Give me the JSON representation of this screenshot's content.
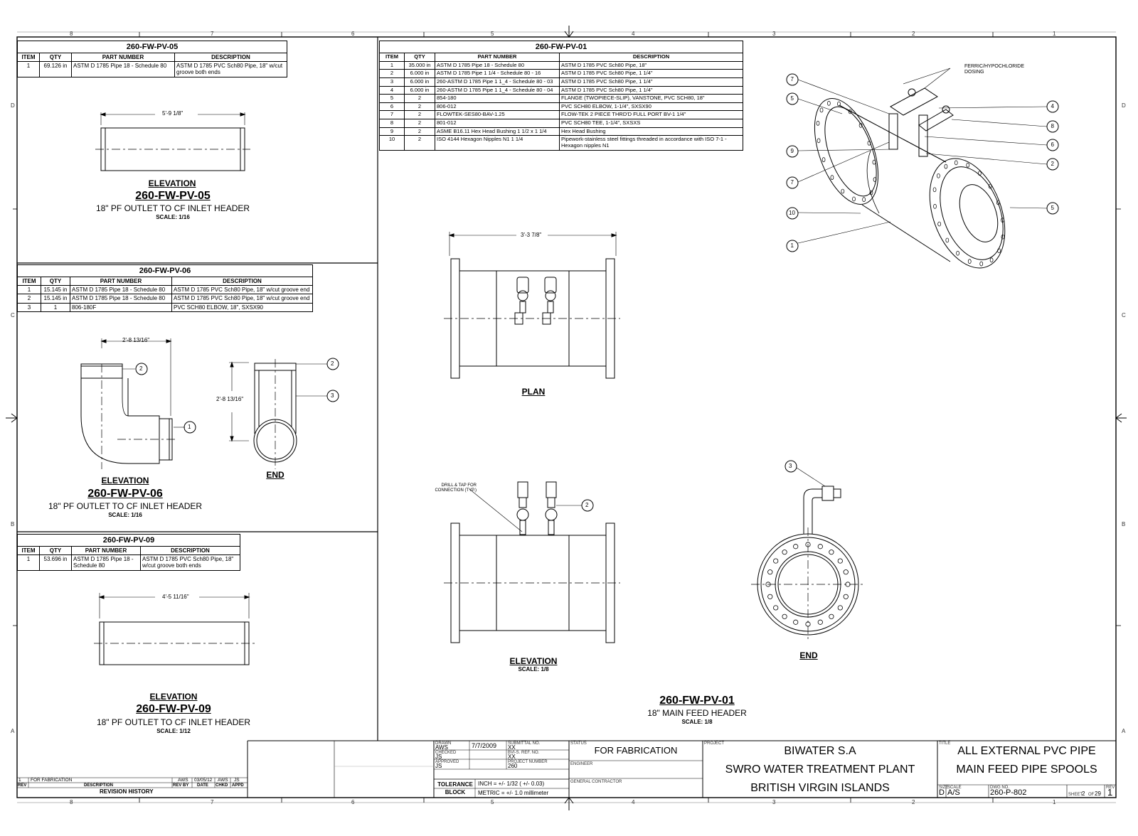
{
  "border": {
    "top_numbers": [
      "8",
      "7",
      "6",
      "5",
      "4",
      "3",
      "2",
      "1"
    ],
    "bottom_numbers": [
      "8",
      "7",
      "6",
      "5",
      "4",
      "3",
      "2",
      "1"
    ],
    "left_letters": [
      "D",
      "C",
      "B",
      "A"
    ],
    "right_letters": [
      "D",
      "C",
      "B",
      "A"
    ]
  },
  "pv05": {
    "title": "260-FW-PV-05",
    "headers": [
      "ITEM",
      "QTY",
      "PART NUMBER",
      "DESCRIPTION"
    ],
    "rows": [
      [
        "1",
        "69.126 in",
        "ASTM D 1785 Pipe 18 - Schedule 80",
        "ASTM D 1785 PVC Sch80 Pipe, 18\" w/cut groove both ends"
      ]
    ],
    "dim": "5'-9 1/8\"",
    "view_label": "ELEVATION",
    "drawing_title": "260-FW-PV-05",
    "subtitle": "18\" PF OUTLET TO CF INLET HEADER",
    "scale": "SCALE: 1/16"
  },
  "pv06": {
    "title": "260-FW-PV-06",
    "headers": [
      "ITEM",
      "QTY",
      "PART NUMBER",
      "DESCRIPTION"
    ],
    "rows": [
      [
        "1",
        "15.145 in",
        "ASTM D 1785 Pipe 18 - Schedule 80",
        "ASTM D 1785 PVC Sch80 Pipe, 18\" w/cut groove end"
      ],
      [
        "2",
        "15.145 in",
        "ASTM D 1785 Pipe 18 - Schedule 80",
        "ASTM D 1785 PVC Sch80 Pipe, 18\" w/cut groove end"
      ],
      [
        "3",
        "1",
        "806-180F",
        "PVC SCH80 ELBOW, 18\", SXSX90"
      ]
    ],
    "dim_h": "2'-8 13/16\"",
    "dim_v": "2'-8 13/16\"",
    "balloons_elev": [
      "2",
      "1"
    ],
    "balloons_end": [
      "2",
      "3"
    ],
    "view_label": "ELEVATION",
    "end_label": "END",
    "drawing_title": "260-FW-PV-06",
    "subtitle": "18\" PF OUTLET TO CF INLET HEADER",
    "scale": "SCALE: 1/16"
  },
  "pv09": {
    "title": "260-FW-PV-09",
    "headers": [
      "ITEM",
      "QTY",
      "PART NUMBER",
      "DESCRIPTION"
    ],
    "rows": [
      [
        "1",
        "53.696 in",
        "ASTM D 1785 Pipe 18 - Schedule 80",
        "ASTM D 1785 PVC Sch80 Pipe, 18\" w/cut groove both ends"
      ]
    ],
    "dim": "4'-5 11/16\"",
    "view_label": "ELEVATION",
    "drawing_title": "260-FW-PV-09",
    "subtitle": "18\" PF OUTLET TO CF INLET HEADER",
    "scale": "SCALE: 1/12"
  },
  "pv01": {
    "title": "260-FW-PV-01",
    "headers": [
      "ITEM",
      "QTY",
      "PART NUMBER",
      "DESCRIPTION"
    ],
    "rows": [
      [
        "1",
        "35.000 in",
        "ASTM D 1785 Pipe 18 - Schedule 80",
        "ASTM D 1785 PVC Sch80 Pipe, 18\""
      ],
      [
        "2",
        "6.000 in",
        "ASTM D 1785 Pipe 1 1/4 - Schedule 80 - 16",
        "ASTM D 1785 PVC Sch80 Pipe, 1 1/4\""
      ],
      [
        "3",
        "6.000 in",
        "260-ASTM D 1785 Pipe 1 1_4 - Schedule 80 - 03",
        "ASTM D 1785 PVC Sch80 Pipe, 1 1/4\""
      ],
      [
        "4",
        "6.000 in",
        "260-ASTM D 1785 Pipe 1 1_4 - Schedule 80 - 04",
        "ASTM D 1785 PVC Sch80 Pipe, 1 1/4\""
      ],
      [
        "5",
        "2",
        "854-180",
        "FLANGE (TWOPIECE-SLIP), VANSTONE, PVC SCH80, 18\""
      ],
      [
        "6",
        "2",
        "806-012",
        "PVC SCH80 ELBOW, 1-1/4\", SXSX90"
      ],
      [
        "7",
        "2",
        "FLOWTEK-SES80-BAV-1.25",
        "FLOW-TEK 2 PIECE THRD'D FULL PORT BV-1 1/4\""
      ],
      [
        "8",
        "2",
        "801-012",
        "PVC SCH80 TEE, 1-1/4\", SXSXS"
      ],
      [
        "9",
        "2",
        "ASME B16.11 Hex Head Bushing 1 1/2 x 1 1/4",
        "Hex Head Bushing"
      ],
      [
        "10",
        "2",
        "ISO 4144 Hexagon Nipples N1 1 1/4",
        "Pipework-stainless steel fittings threaded in accordance with ISO 7-1 - Hexagon nipples N1"
      ]
    ],
    "dim_plan": "3'-3 7/8\"",
    "plan_label": "PLAN",
    "elev_label": "ELEVATION",
    "elev_scale": "SCALE: 1/8",
    "end_label": "END",
    "drill_note": "DRILL & TAP FOR CONNECTION (TYP.)",
    "dosing_note": "FERRIC/HYPOCHLORIDE DOSING",
    "iso_balloons_left": [
      "7",
      "5",
      "9",
      "7",
      "10",
      "1"
    ],
    "iso_balloons_right": [
      "4",
      "8",
      "6",
      "2",
      "5"
    ],
    "elev_balloon": "2",
    "end_balloon": "3",
    "drawing_title": "260-FW-PV-01",
    "subtitle": "18\" MAIN FEED HEADER",
    "scale": "SCALE: 1/8"
  },
  "revision": {
    "rev": "1",
    "description": "FOR FABRICATION",
    "rev_by": "AWS",
    "date": "03/05/12",
    "chkd": "AWS",
    "appd": "JS",
    "headers": [
      "REV",
      "DESCRIPTION",
      "REV BY",
      "DATE",
      "CHKD",
      "APPD"
    ],
    "footer": "REVISION HISTORY"
  },
  "title_block": {
    "drawn_label": "DRAWN",
    "drawn_by": "AWS",
    "drawn_date": "7/7/2009",
    "checked_label": "CHECKED",
    "checked_by": "JS",
    "approved_label": "APPROVED",
    "approved_by": "JS",
    "sub_label": "SUBMITTAL NO.",
    "sub_val": "XX",
    "bvi_label": "BVI-S. REF. NO.",
    "bvi_val": "XX",
    "proj_label": "PROJECT NUMBER",
    "proj_val": "260",
    "tolerance_label": "TOLERANCE BLOCK",
    "tol_inch": "INCH = +/- 1/32 ( +/- 0.03)",
    "tol_metric": "METRIC = +/- 1.0 millimeter",
    "status_label": "STATUS",
    "status": "FOR FABRICATION",
    "engineer_label": "ENGINEER",
    "contractor_label": "GENERAL CONTRACTOR",
    "project_label": "PROJECT",
    "company": "BIWATER S.A",
    "plant": "SWRO WATER TREATMENT PLANT",
    "location": "BRITISH VIRGIN ISLANDS",
    "title_label": "TITLE",
    "title1": "ALL EXTERNAL PVC PIPE",
    "title2": "MAIN FEED PIPE SPOOLS",
    "size_label": "SIZE",
    "size": "D",
    "scale_label": "SCALE",
    "scale": "A/S",
    "dwg_label": "DWG NO.",
    "dwg_no": "260-P-802",
    "sheet_label": "SHEET",
    "sheet": "2",
    "of_label": "OF",
    "sheets": "29",
    "rev_label": "REV",
    "rev": "1"
  }
}
